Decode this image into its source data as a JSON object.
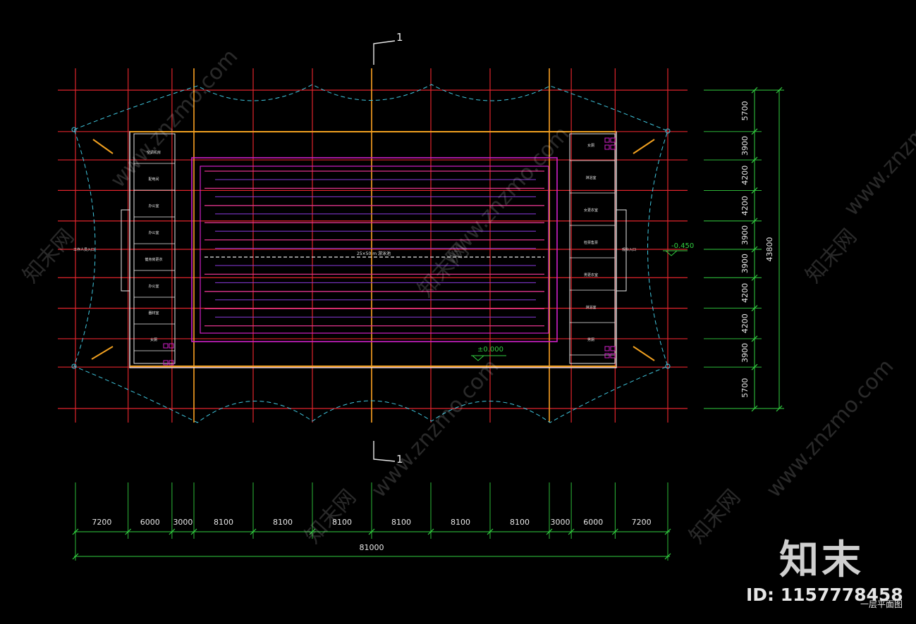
{
  "section_marker": "1",
  "pool_label": "25×50 m 游泳池",
  "elevations": {
    "outside": "-0.450",
    "floor": "±0.000"
  },
  "left_rooms": [
    "空调机房",
    "配电间",
    "办公室",
    "办公室",
    "健身房更衣",
    "办公室",
    "器材室",
    "女厕"
  ],
  "right_rooms": [
    "女厕",
    "淋浴室",
    "女更衣室",
    "检票售票",
    "男更衣室",
    "淋浴室",
    "男厕"
  ],
  "entrance_labels": {
    "left": "工作人员入口",
    "right": "观众入口"
  },
  "horizontal_dims": [
    "7200",
    "6000",
    "3000",
    "8100",
    "8100",
    "8100",
    "8100",
    "8100",
    "8100",
    "3000",
    "6000",
    "7200"
  ],
  "total_width": "81000",
  "vertical_dims": [
    "5700",
    "3900",
    "4200",
    "4200",
    "3900",
    "3900",
    "4200",
    "4200",
    "3900",
    "5700"
  ],
  "total_height": "43800",
  "plan_title": "一层平面图",
  "watermark": {
    "brand": "知末",
    "id": "ID: 1157778458",
    "site": "www.znzmo.com",
    "cn": "知末网"
  },
  "colors": {
    "background": "#000000",
    "grid_red": "#e0242c",
    "axis_orange": "#f0a020",
    "pool_magenta": "#d020c8",
    "dim_green": "#32d040",
    "canopy_cyan": "#40c8e0",
    "wall_white": "#e8e8e8"
  }
}
